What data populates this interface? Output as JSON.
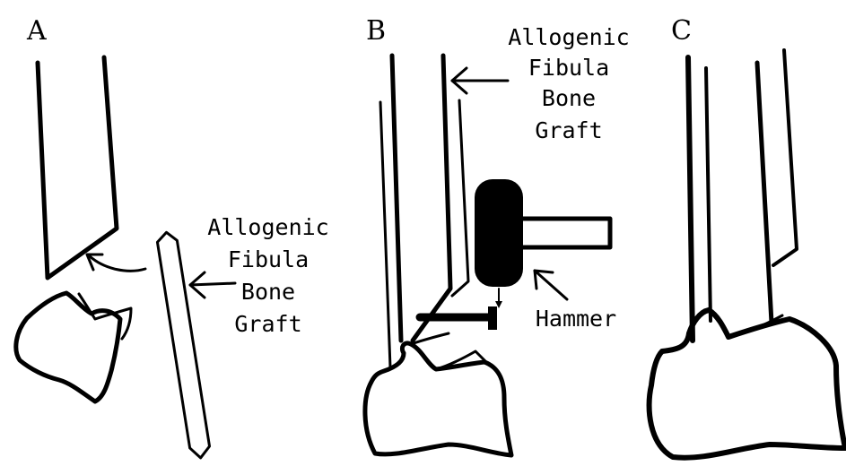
{
  "panels": {
    "a": {
      "letter": "A"
    },
    "b": {
      "letter": "B"
    },
    "c": {
      "letter": "C"
    }
  },
  "labels": {
    "graft_a": [
      "Allogenic",
      "Fibula",
      "Bone",
      "Graft"
    ],
    "graft_b": [
      "Allogenic",
      "Fibula",
      "Bone",
      "Graft"
    ],
    "hammer": "Hammer"
  },
  "colors": {
    "ink": "#000000",
    "background": "#ffffff"
  }
}
